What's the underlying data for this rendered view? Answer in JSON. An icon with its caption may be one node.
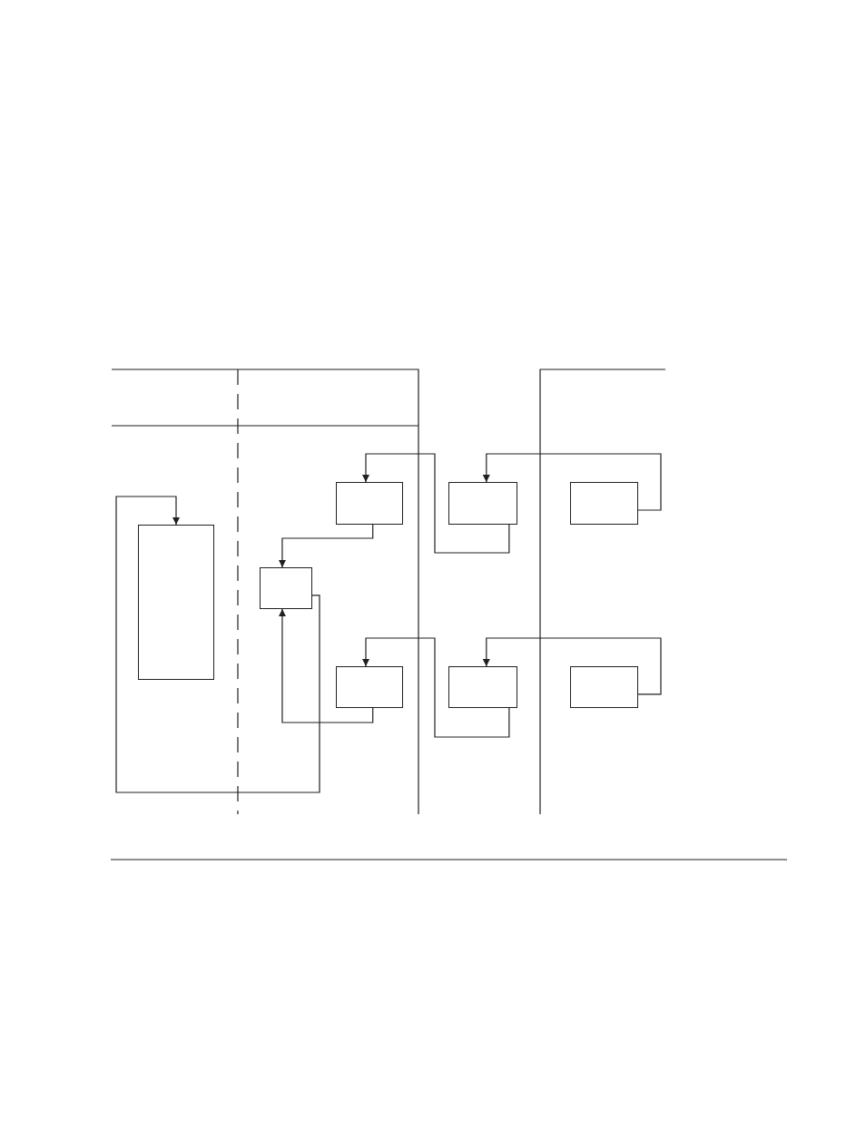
{
  "diagram": {
    "nodes": [
      {
        "text": [],
        "shape": "box"
      },
      {
        "text": [],
        "shape": "box"
      },
      {
        "text": [],
        "shape": "box"
      },
      {
        "text": [],
        "shape": "box"
      },
      {
        "text": [],
        "shape": "box"
      },
      {
        "text": [],
        "shape": "box"
      },
      {
        "text": [],
        "shape": "box"
      },
      {
        "text": [],
        "shape": "box"
      }
    ],
    "edges": [
      {
        "from": 1,
        "to": 0,
        "arrow": "to"
      },
      {
        "from": 2,
        "to": 1,
        "arrow": "to"
      },
      {
        "from": 5,
        "to": 1,
        "arrow": "to"
      },
      {
        "from": 3,
        "to": 2,
        "arrow": "to"
      },
      {
        "from": 4,
        "to": 3,
        "arrow": "to"
      },
      {
        "from": 6,
        "to": 5,
        "arrow": "to"
      },
      {
        "from": 7,
        "to": 6,
        "arrow": "to"
      }
    ]
  }
}
